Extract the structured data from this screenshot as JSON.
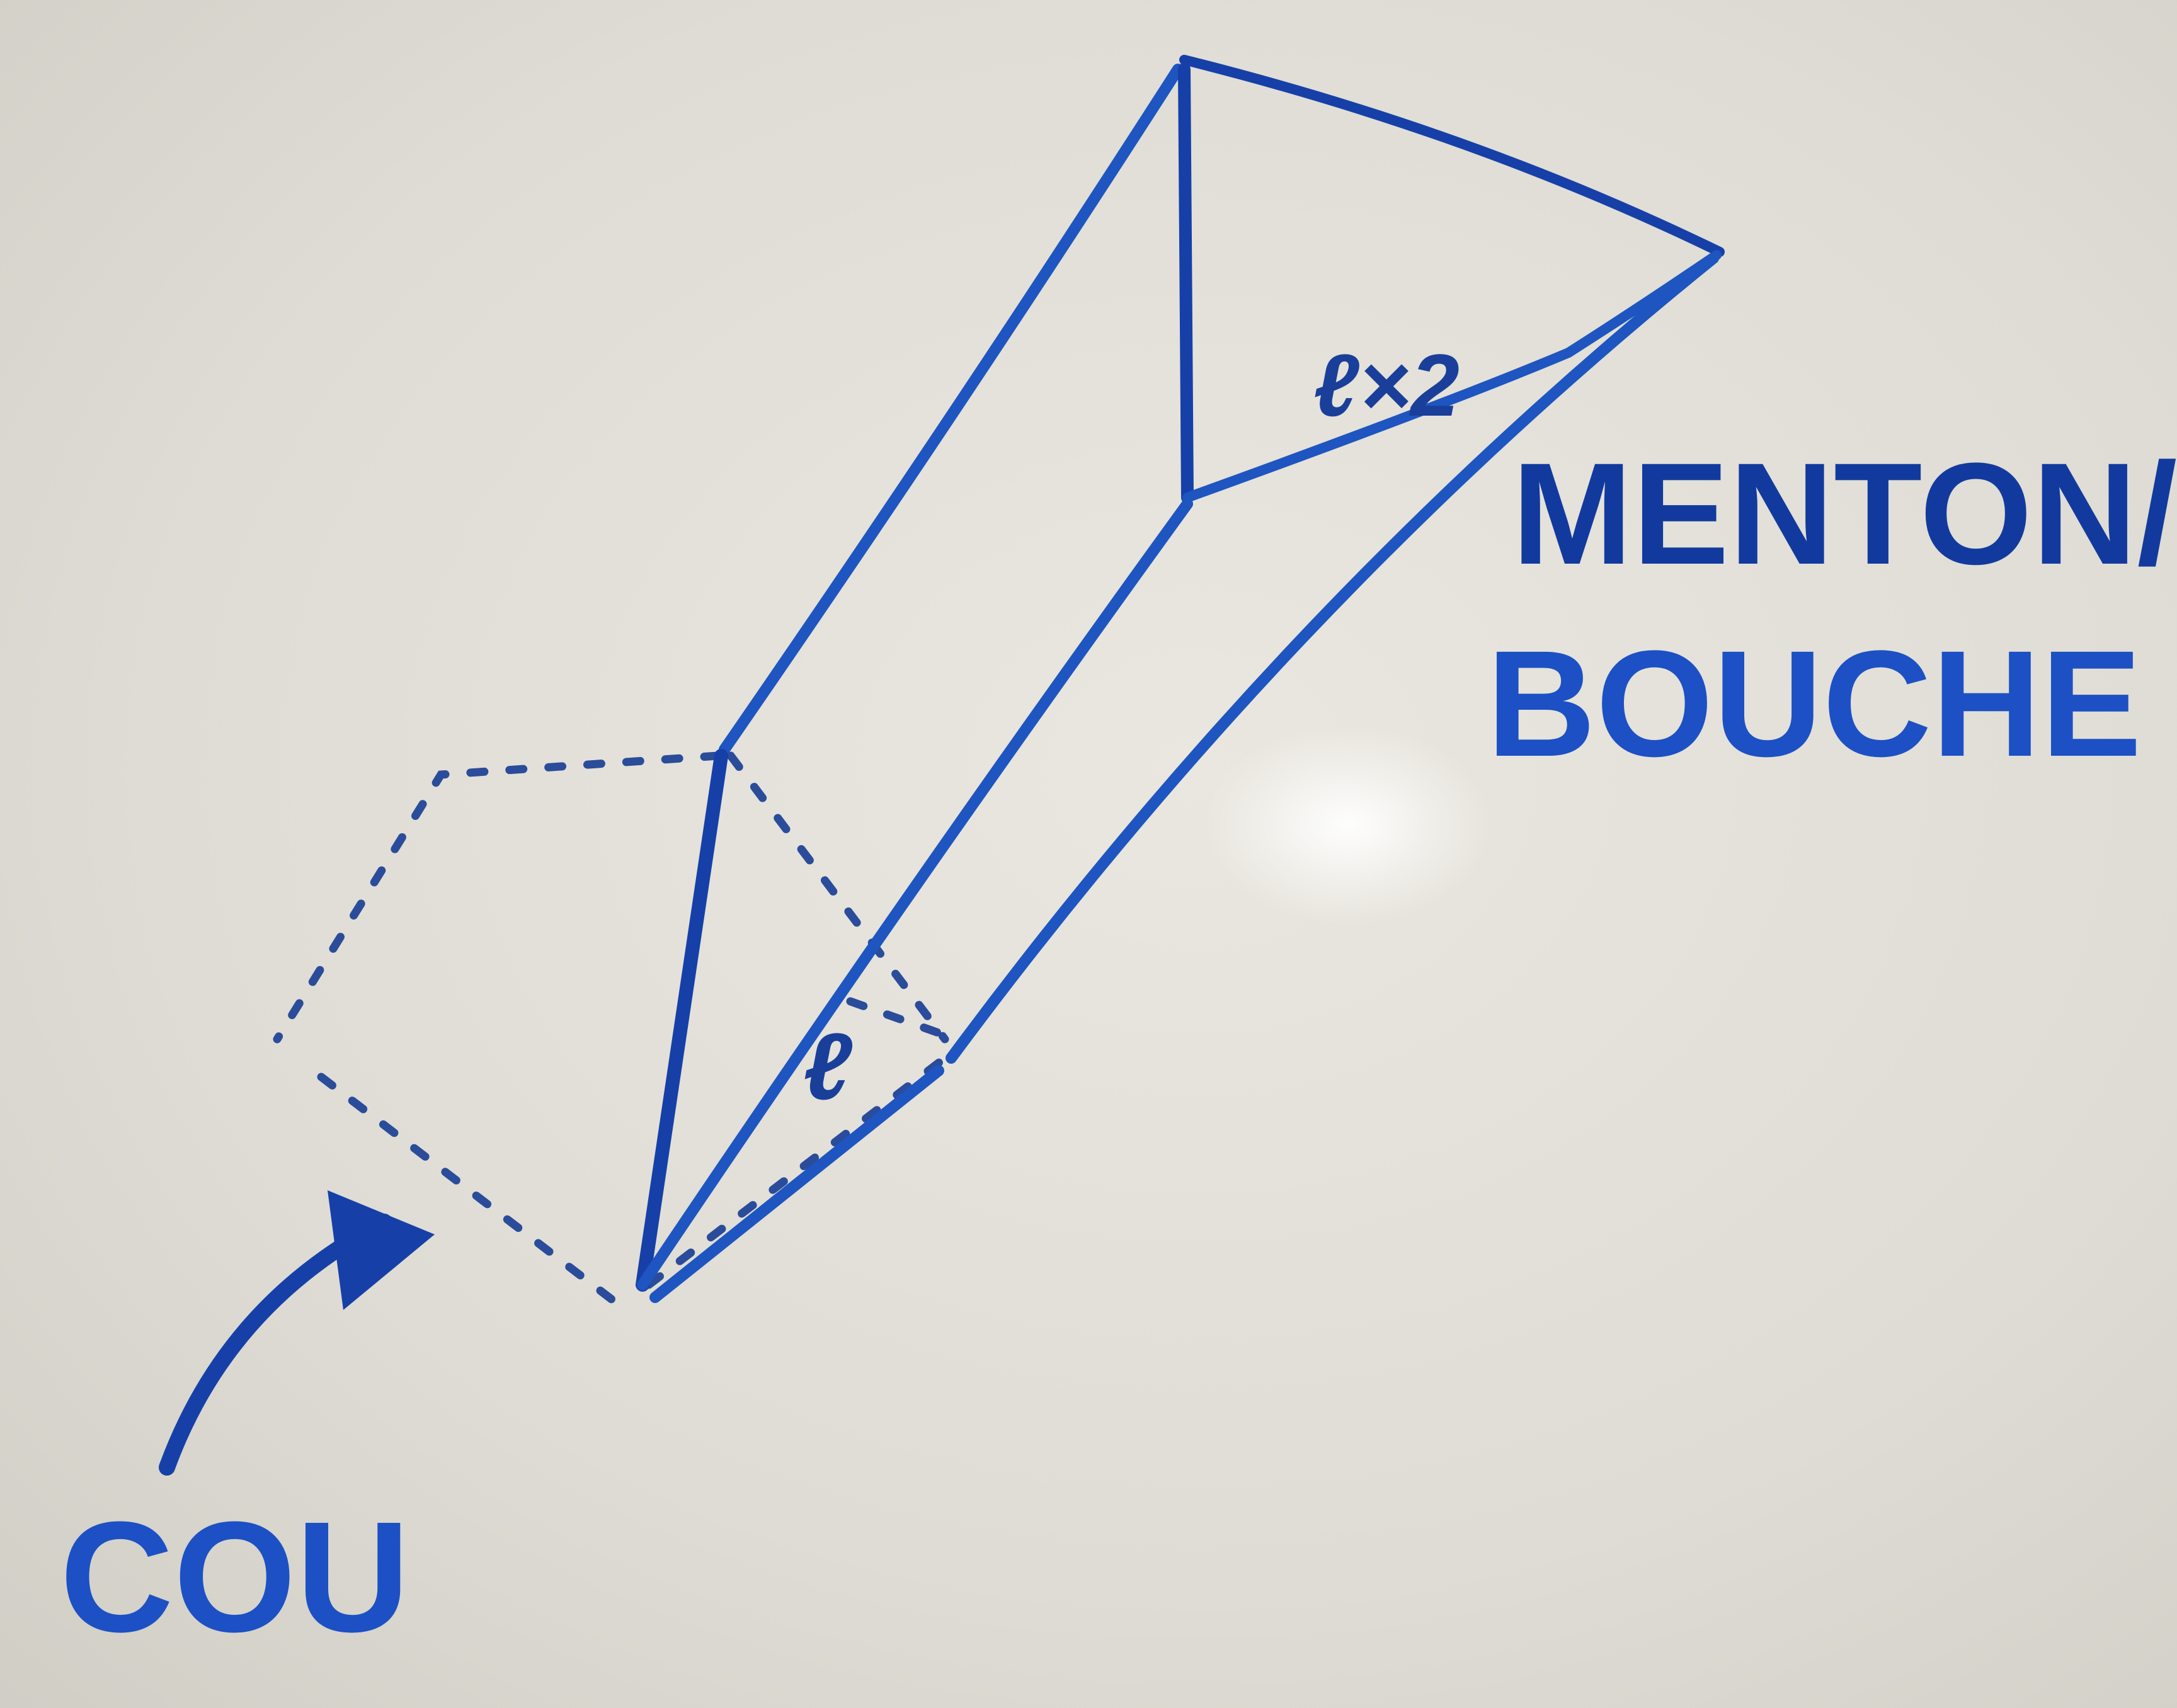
{
  "labels": {
    "chin_mouth_line1": "MENTON/",
    "chin_mouth_line2": "BOUCHE",
    "neck": "COU",
    "length": "ℓ",
    "length_times_two": "ℓ×2"
  },
  "colors": {
    "board": "#dcdad2",
    "marker": "#1e55c0",
    "marker_dark": "#1640a8"
  }
}
